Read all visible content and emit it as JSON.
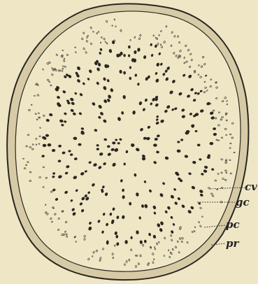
{
  "figure": {
    "labels": [
      {
        "id": "cv",
        "text": "cv"
      },
      {
        "id": "gc",
        "text": "gc"
      },
      {
        "id": "pc",
        "text": "pc"
      },
      {
        "id": "pr",
        "text": "pr"
      }
    ]
  },
  "colors": {
    "paper": "#efe6c6",
    "ink": "#2a2620"
  }
}
